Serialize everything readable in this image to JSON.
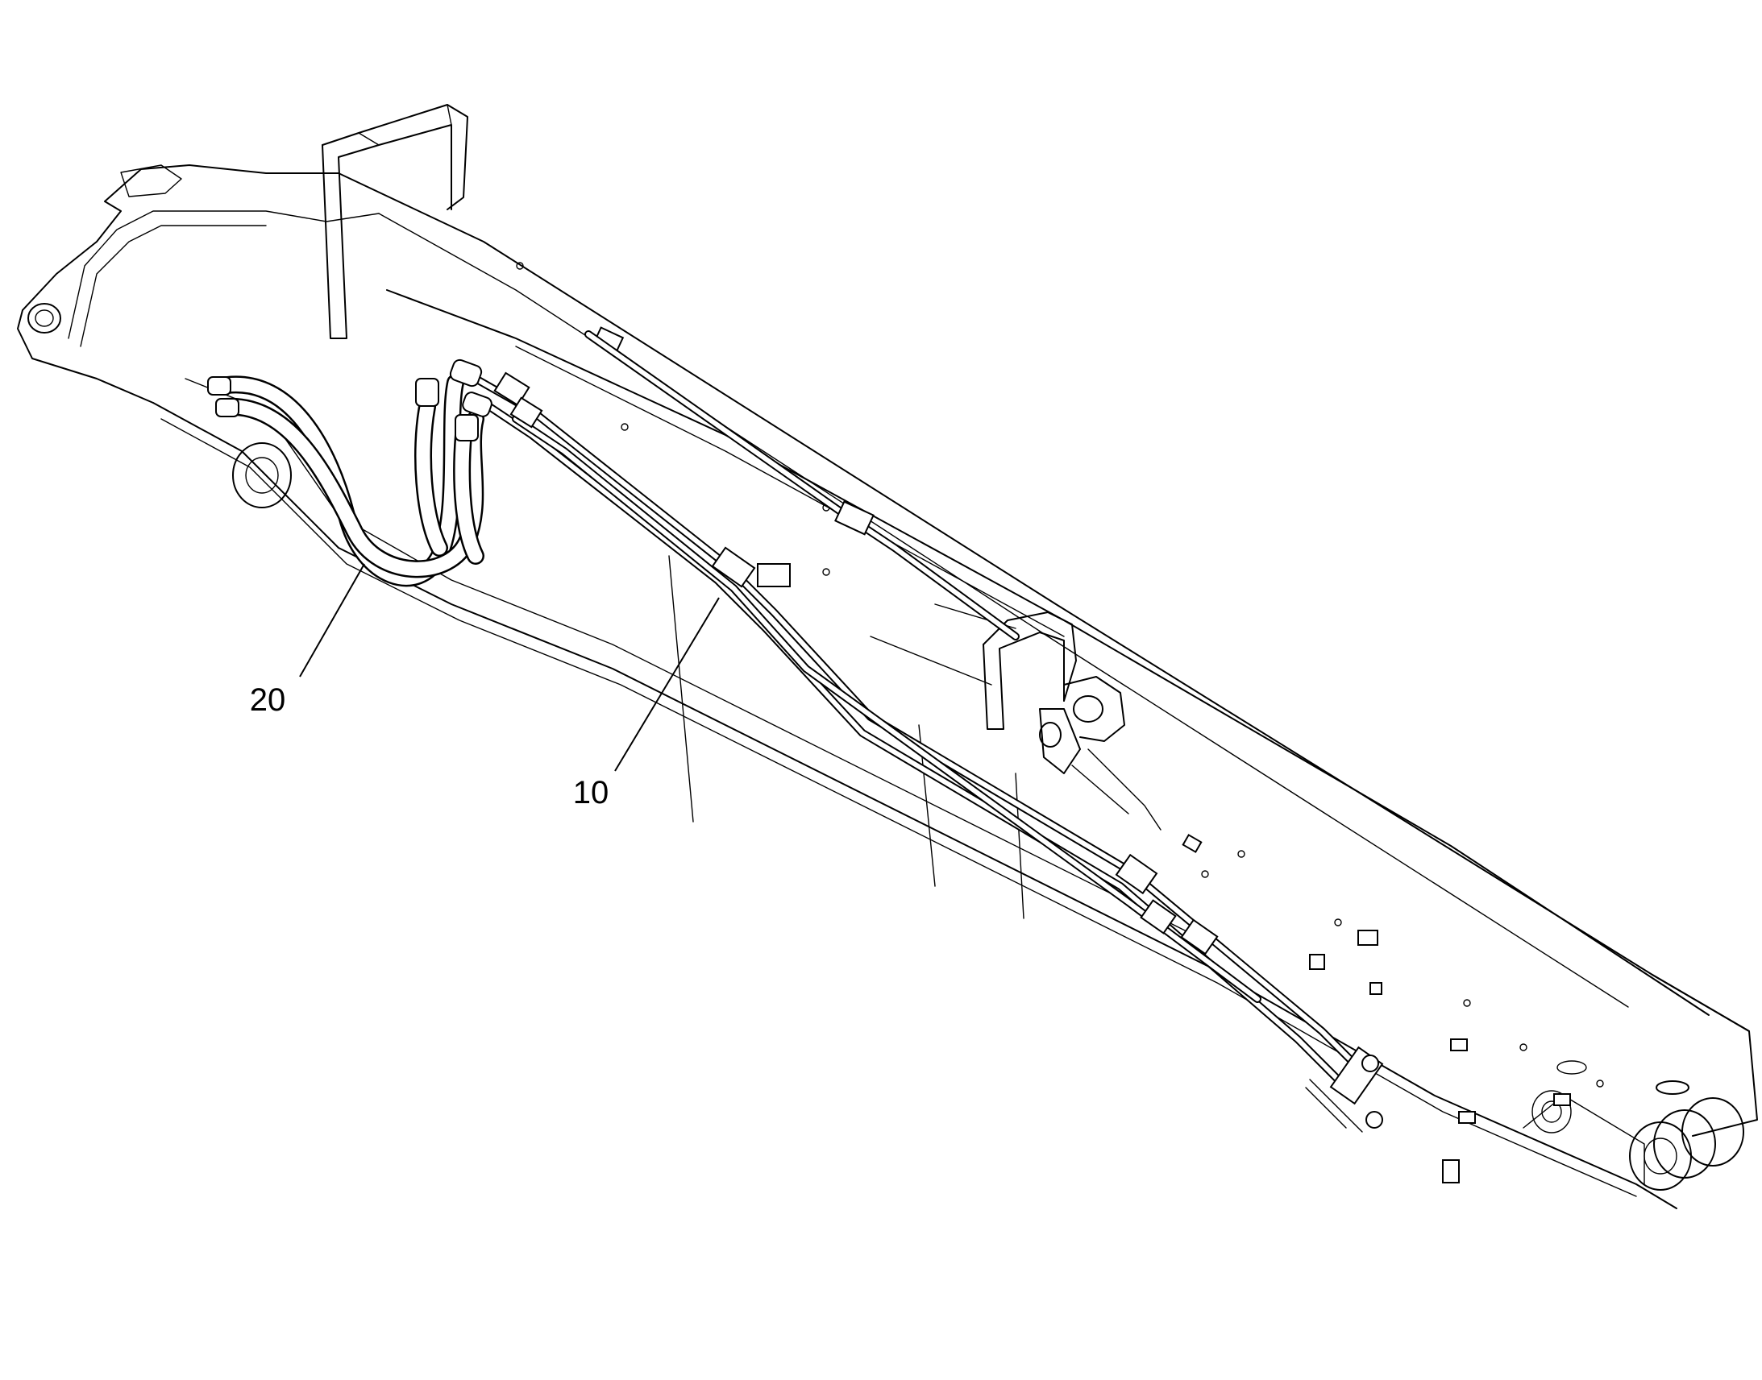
{
  "callouts": [
    {
      "id": "20",
      "label": "20"
    },
    {
      "id": "10",
      "label": "10"
    }
  ]
}
